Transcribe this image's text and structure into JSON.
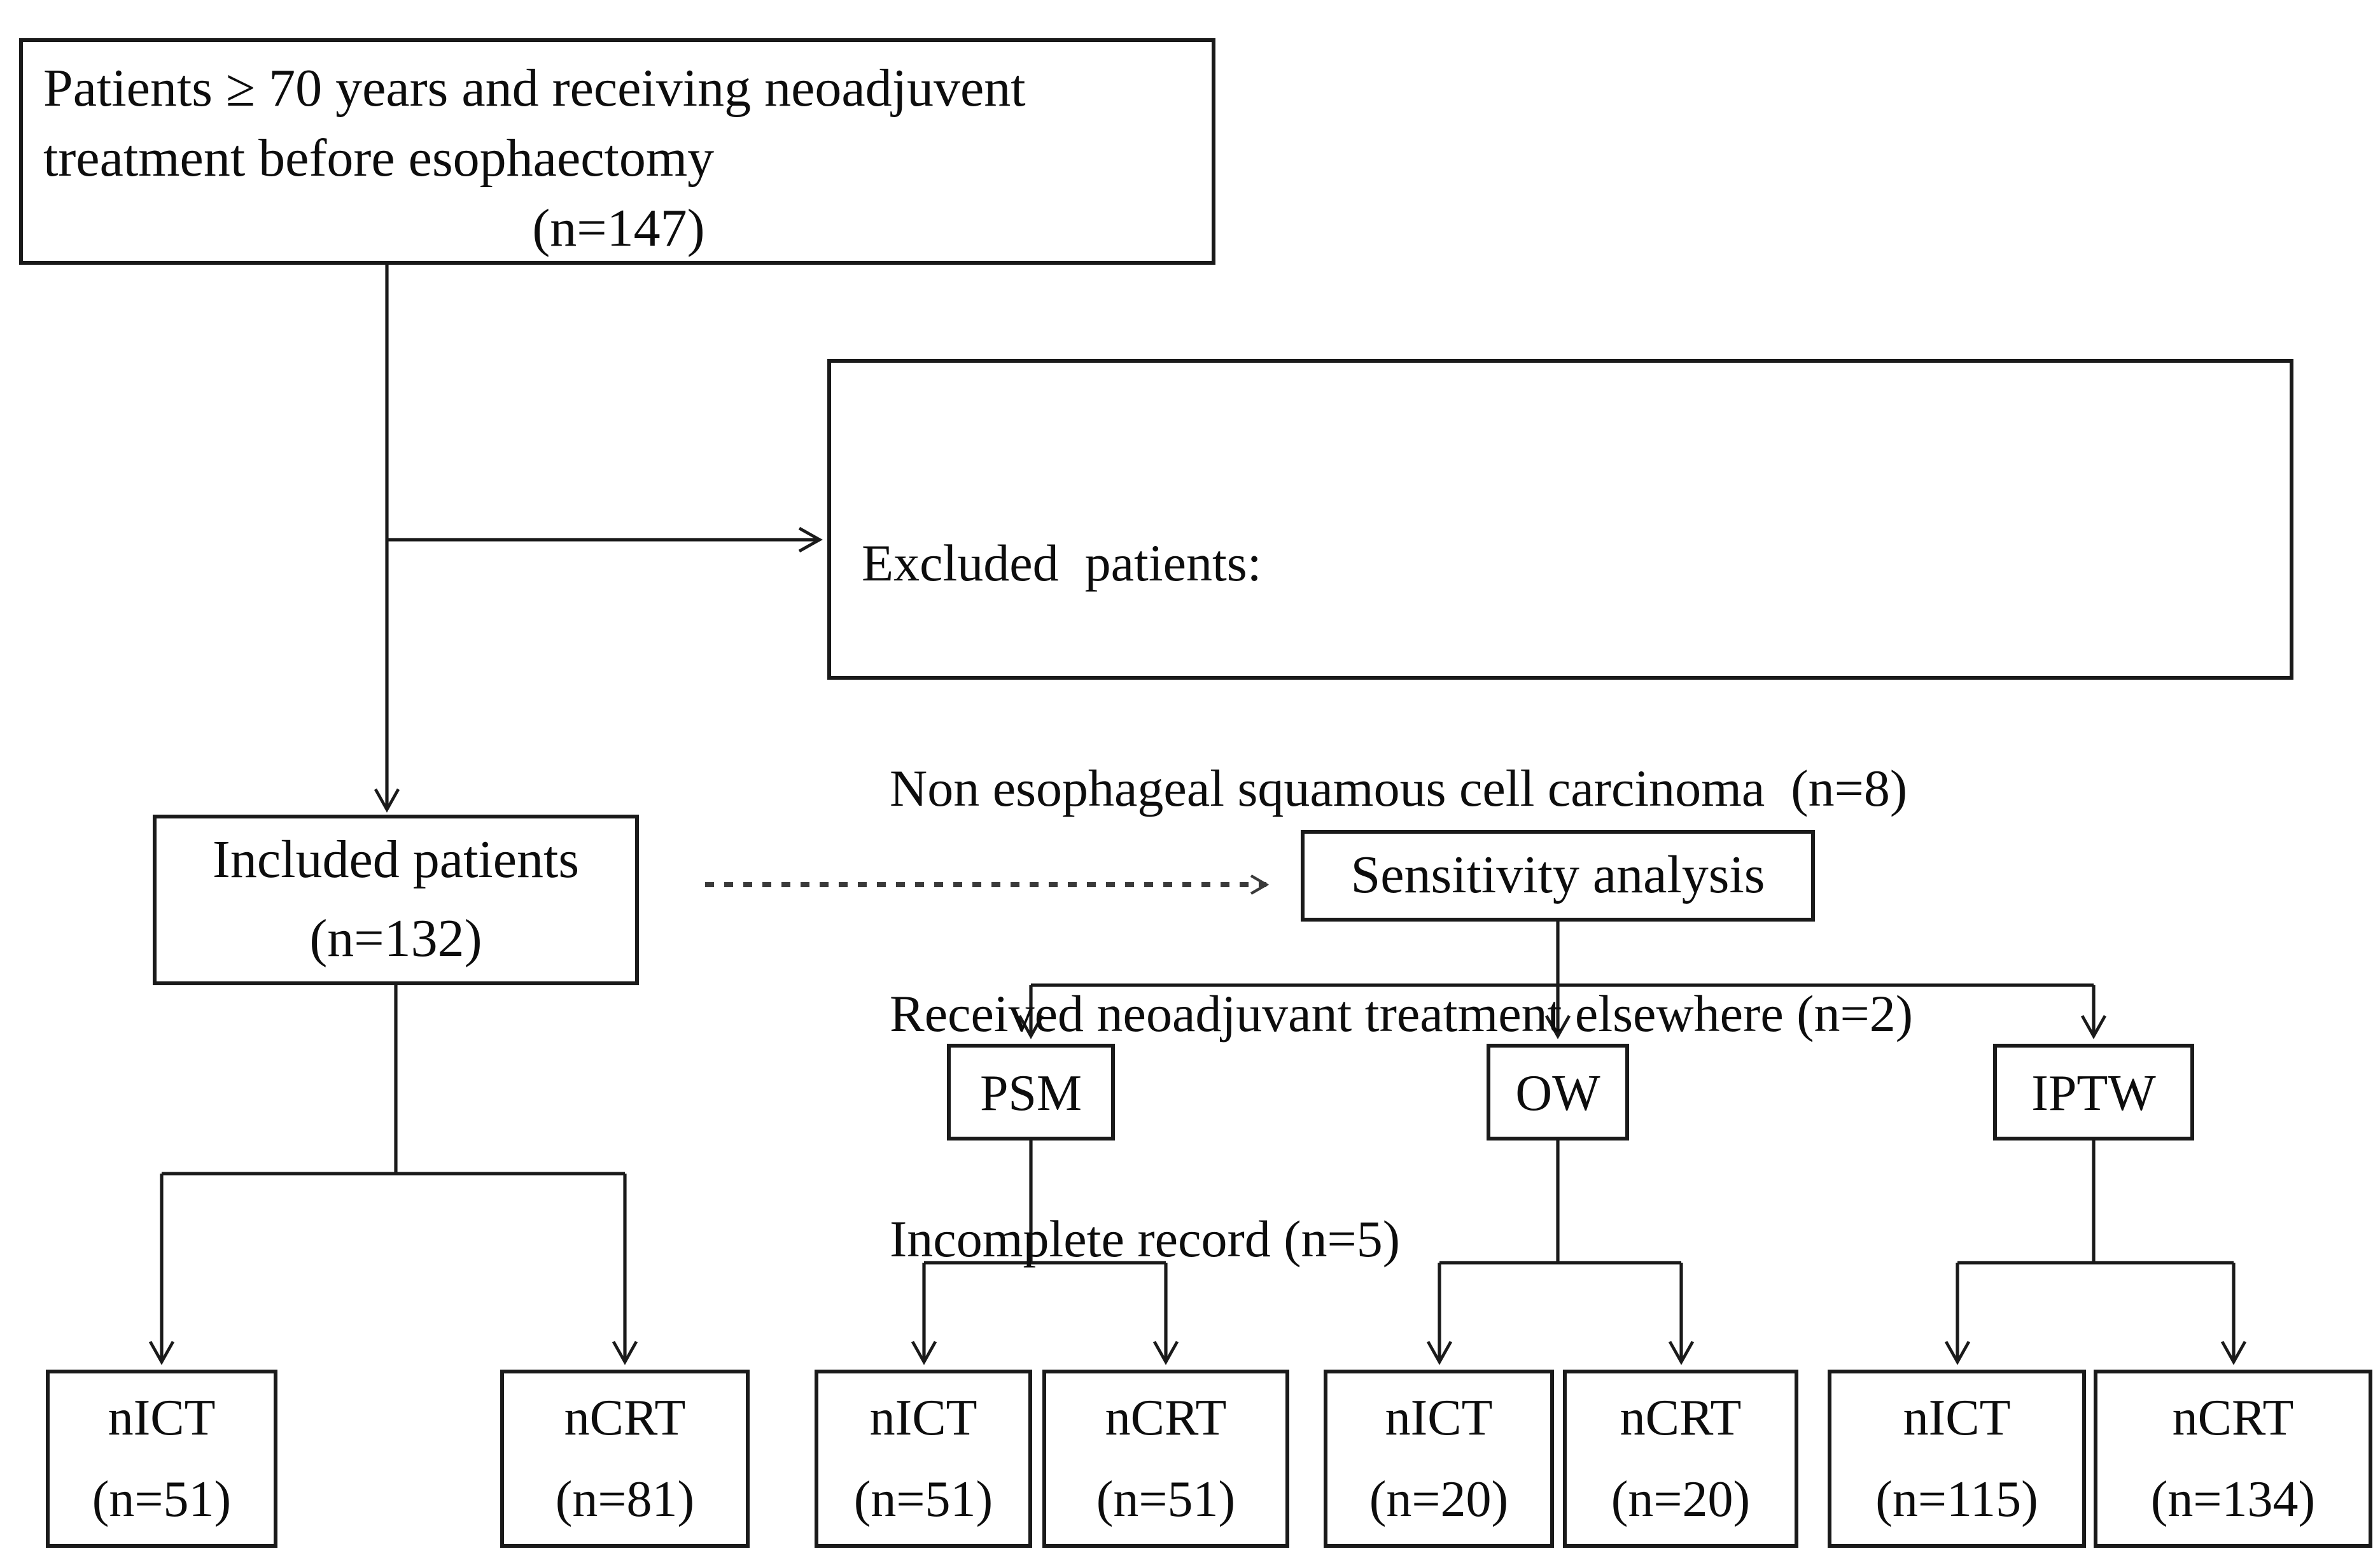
{
  "page": {
    "background": "#ffffff",
    "line_color": "#1a1a1a"
  },
  "flow": {
    "initial": {
      "line1": "Patients ≥ 70 years and receiving neoadjuvent",
      "line2": "treatment before esophaectomy",
      "count": "(n=147)"
    },
    "excluded": {
      "title": "Excluded  patients:",
      "items": [
        "Non esophageal squamous cell carcinoma  (n=8)",
        "Received neoadjuvant treatment elsewhere (n=2)",
        "Incomplete record (n=5)"
      ]
    },
    "included": {
      "label": "Included patients",
      "count": "(n=132)"
    },
    "sensitivity": {
      "label": "Sensitivity analysis"
    },
    "methods": [
      {
        "label": "PSM"
      },
      {
        "label": "OW"
      },
      {
        "label": "IPTW"
      }
    ],
    "outcomes": [
      {
        "group": "included",
        "label": "nICT",
        "count": "(n=51)"
      },
      {
        "group": "included",
        "label": "nCRT",
        "count": "(n=81)"
      },
      {
        "group": "PSM",
        "label": "nICT",
        "count": "(n=51)"
      },
      {
        "group": "PSM",
        "label": "nCRT",
        "count": "(n=51)"
      },
      {
        "group": "OW",
        "label": "nICT",
        "count": "(n=20)"
      },
      {
        "group": "OW",
        "label": "nCRT",
        "count": "(n=20)"
      },
      {
        "group": "IPTW",
        "label": "nICT",
        "count": "(n=115)"
      },
      {
        "group": "IPTW",
        "label": "nCRT",
        "count": "(n=134)"
      }
    ]
  }
}
